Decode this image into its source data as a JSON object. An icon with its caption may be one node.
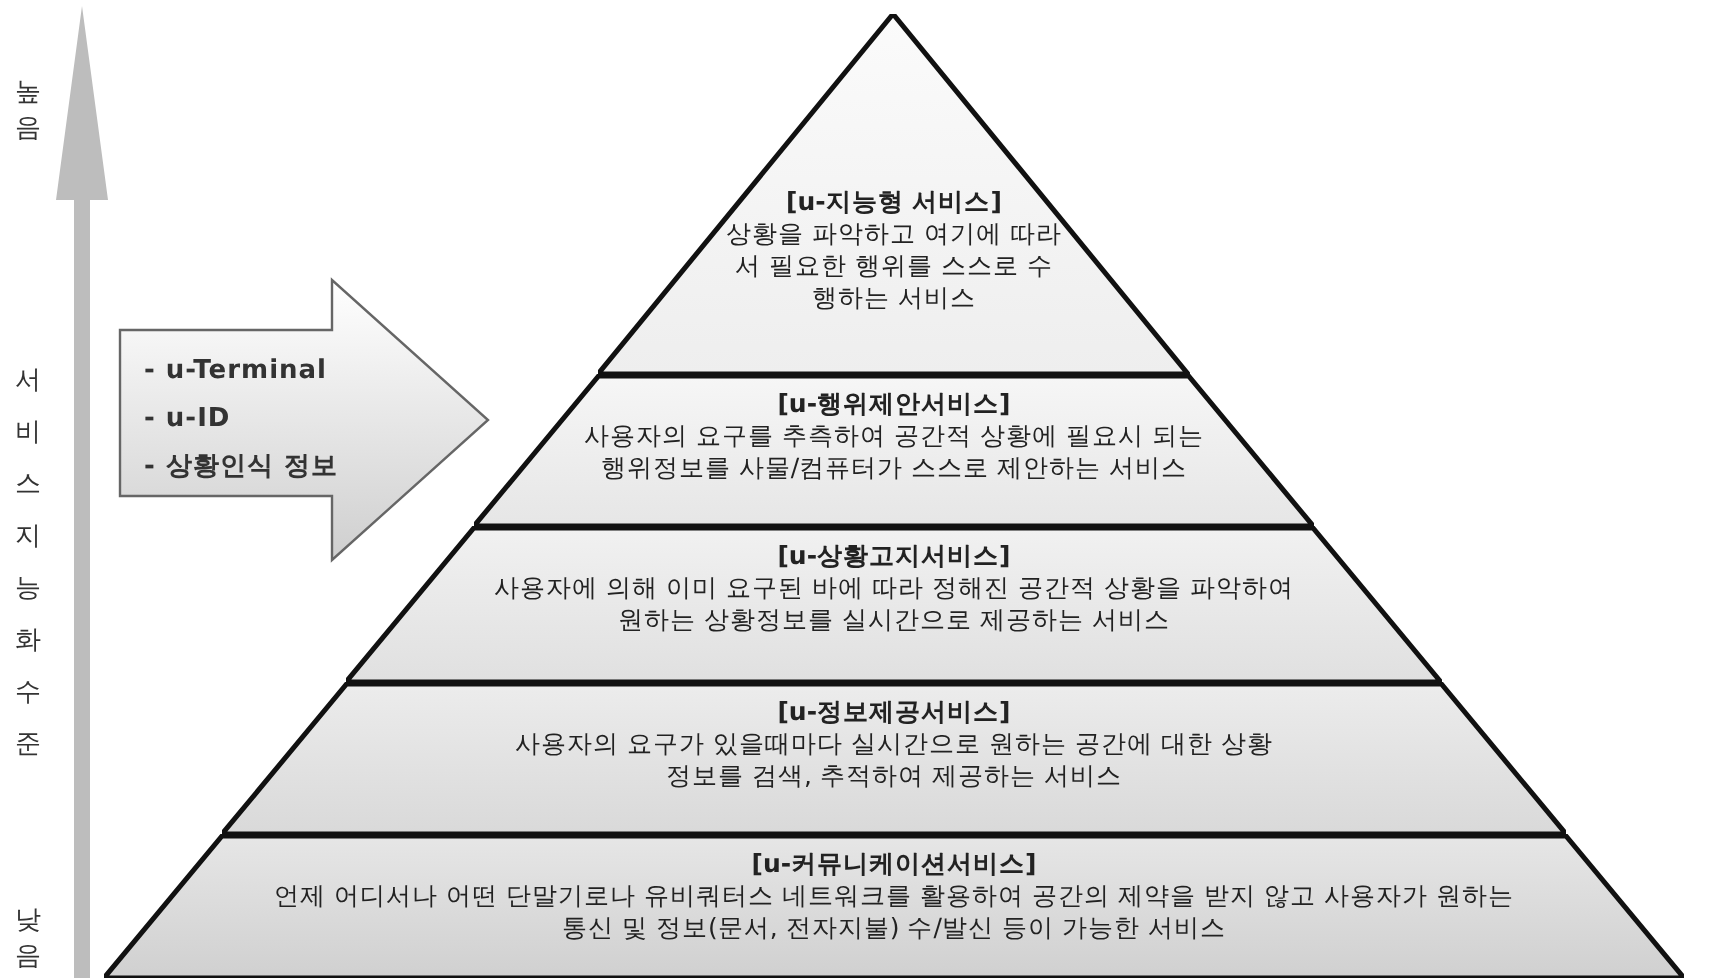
{
  "diagram": {
    "nodes": [
      {
        "text": [
          "[u-지능형 서비스]",
          "상황을 파악하고 여기에 따라서 필요한 행위를 스스로 수행하는 서비스"
        ]
      },
      {
        "text": [
          "[u-행위제안서비스]",
          "사용자의 요구를 추측하여 공간적 상황에 필요시 되는 행위정보를 사물/컴퓨터가 스스로 제안하는 서비스"
        ]
      },
      {
        "text": [
          "[u-상황고지서비스]",
          "사용자에 의해 이미 요구된 바에 따라 정해진 공간적 상황을 파악하여 원하는 상황정보를 실시간으로 제공하는 서비스"
        ]
      },
      {
        "text": [
          "[u-정보제공서비스]",
          "사용자의 요구가 있을때마다 실시간으로 원하는 공간에 대한 상황정보를 검색, 추적하여 제공하는 서비스"
        ]
      },
      {
        "text": [
          "[u-커뮤니케이션서비스]",
          "언제 어디서나 어떤 단말기로나 유비쿼터스 네트워크를 활용하여 공간의 제약을 받지 않고 사용자가 원하는 통신 및 정보(문서, 전자지불) 수/발신 등이 가능한 서비스"
        ]
      },
      {
        "text": [
          "- u-Terminal",
          "- u-ID",
          "- 상황인식 정보"
        ]
      }
    ],
    "labels": [
      "높음",
      "서비스 지능화 수준",
      "낮음"
    ]
  }
}
